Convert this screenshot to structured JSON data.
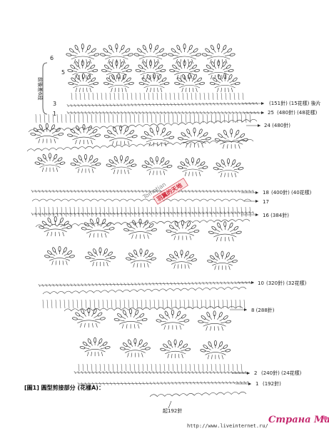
{
  "chart_labels": {
    "r25_stitches": "(151針) (15花樣) 後片",
    "r25_num": "25",
    "r25b": "(480針) (48花樣)",
    "r24": "24  (480針)",
    "r18_num": "18",
    "r18": "(400針) (40花樣)",
    "r17": "17",
    "r16": "16  (384針)",
    "r10_num": "10",
    "r10": "(320針) (32花樣)",
    "r8": "8  (288針)",
    "r2_num": "2",
    "r2": "(240針) (24花樣)",
    "r1_num": "1",
    "r1": "(192針)",
    "start": "起192針",
    "top_row": "6",
    "row_5": "5",
    "row_3": "3",
    "row_1": "1"
  },
  "side_label": "前後差6段",
  "caption": "[圖1] 圓型剪接部分 (花樣A)：",
  "watermark": {
    "gray": "Tomotian",
    "red": "羽翼的天地"
  },
  "footer": {
    "site": "http://www.liveinternet.ru/",
    "brand": "Страна Мам"
  }
}
